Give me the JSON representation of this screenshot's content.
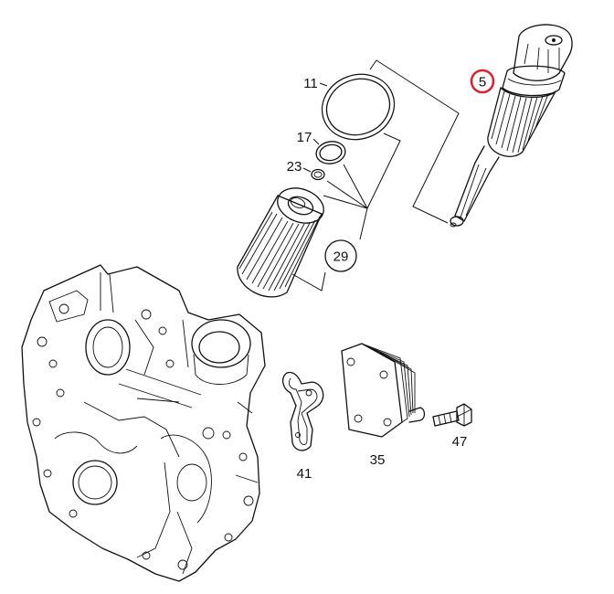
{
  "labels": {
    "p5": "5",
    "p11": "11",
    "p17": "17",
    "p23": "23",
    "p29": "29",
    "p41": "41",
    "p35": "35",
    "p47": "47"
  },
  "colors": {
    "highlight": "#e0202a",
    "line": "#111111",
    "background": "#ffffff"
  }
}
